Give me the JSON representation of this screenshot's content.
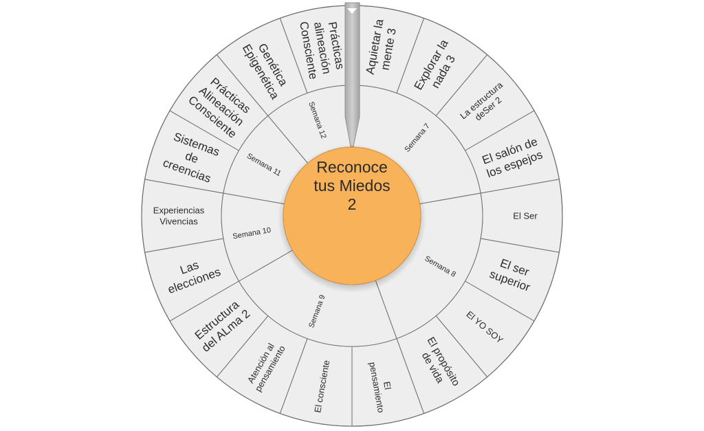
{
  "center": {
    "lines": [
      "Reconoce",
      "tus Miedos",
      "2"
    ],
    "color": "#F8B25A"
  },
  "colors": {
    "segment": "#eeeeee",
    "line": "#6e6e6e",
    "pointer": "#bdbdbd"
  },
  "weeks": [
    {
      "label": "Semana 7",
      "outer": [
        {
          "lines": [
            "Aquietar la",
            "mente 3"
          ],
          "size": "l"
        },
        {
          "lines": [
            "Explorar la",
            "nada 3"
          ],
          "size": "l"
        },
        {
          "lines": [
            "La estructura",
            "deSer 2"
          ],
          "size": "s"
        },
        {
          "lines": [
            "El salón de",
            "los espejos"
          ],
          "size": "l"
        }
      ]
    },
    {
      "label": "Semana 8",
      "outer": [
        {
          "lines": [
            "El Ser"
          ],
          "size": "s"
        },
        {
          "lines": [
            "El ser",
            "superior"
          ],
          "size": "l"
        },
        {
          "lines": [
            "El YO SOY"
          ],
          "size": "s"
        },
        {
          "lines": [
            "El propósito",
            "de vida"
          ],
          "size": "m"
        }
      ]
    },
    {
      "label": "Semana 9",
      "outer": [
        {
          "lines": [
            "El",
            "pensamiento"
          ],
          "size": "s"
        },
        {
          "lines": [
            "El consciente"
          ],
          "size": "s"
        },
        {
          "lines": [
            "Atención al",
            "pensamiento"
          ],
          "size": "s"
        },
        {
          "lines": [
            "Estructura",
            "del ALma 2"
          ],
          "size": "l"
        }
      ]
    },
    {
      "label": "Semana 10",
      "outer": [
        {
          "lines": [
            "Las",
            "elecciones"
          ],
          "size": "l"
        },
        {
          "lines": [
            "Experiencias",
            "Vivencias"
          ],
          "size": "s"
        }
      ]
    },
    {
      "label": "Semana 11",
      "outer": [
        {
          "lines": [
            "Sistemas",
            "de",
            "creencias"
          ],
          "size": "l"
        },
        {
          "lines": [
            "Prácticas",
            "Alineación",
            "Consciente"
          ],
          "size": "l"
        }
      ]
    },
    {
      "label": "Semana 12",
      "outer": [
        {
          "lines": [
            "Genética",
            "Epigenética"
          ],
          "size": "l"
        },
        {
          "lines": [
            "Prácticas",
            "alineación",
            "Consciente"
          ],
          "size": "l"
        }
      ]
    }
  ]
}
